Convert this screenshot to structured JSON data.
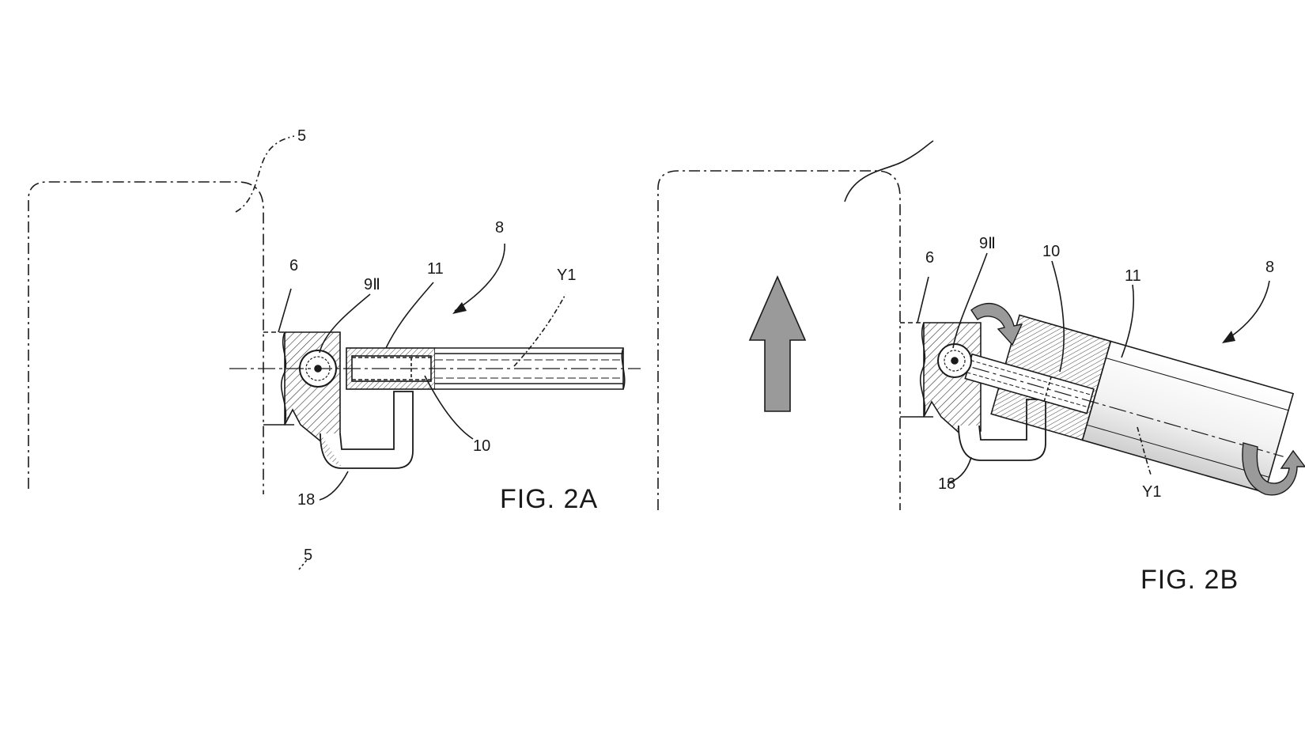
{
  "figure_a": {
    "caption": "FIG. 2A",
    "labels": {
      "ref_5_top": "5",
      "ref_5_bottom": "5",
      "ref_6": "6",
      "ref_9": "9Ⅱ",
      "ref_11": "11",
      "ref_8": "8",
      "ref_y1": "Y1",
      "ref_10": "10",
      "ref_18": "18"
    }
  },
  "figure_b": {
    "caption": "FIG. 2B",
    "labels": {
      "ref_6": "6",
      "ref_9": "9Ⅱ",
      "ref_10": "10",
      "ref_11": "11",
      "ref_8": "8",
      "ref_18": "18",
      "ref_y1": "Y1"
    }
  },
  "colors": {
    "ink": "#1a1a1a",
    "arrow_fill": "#9a9a9a"
  }
}
